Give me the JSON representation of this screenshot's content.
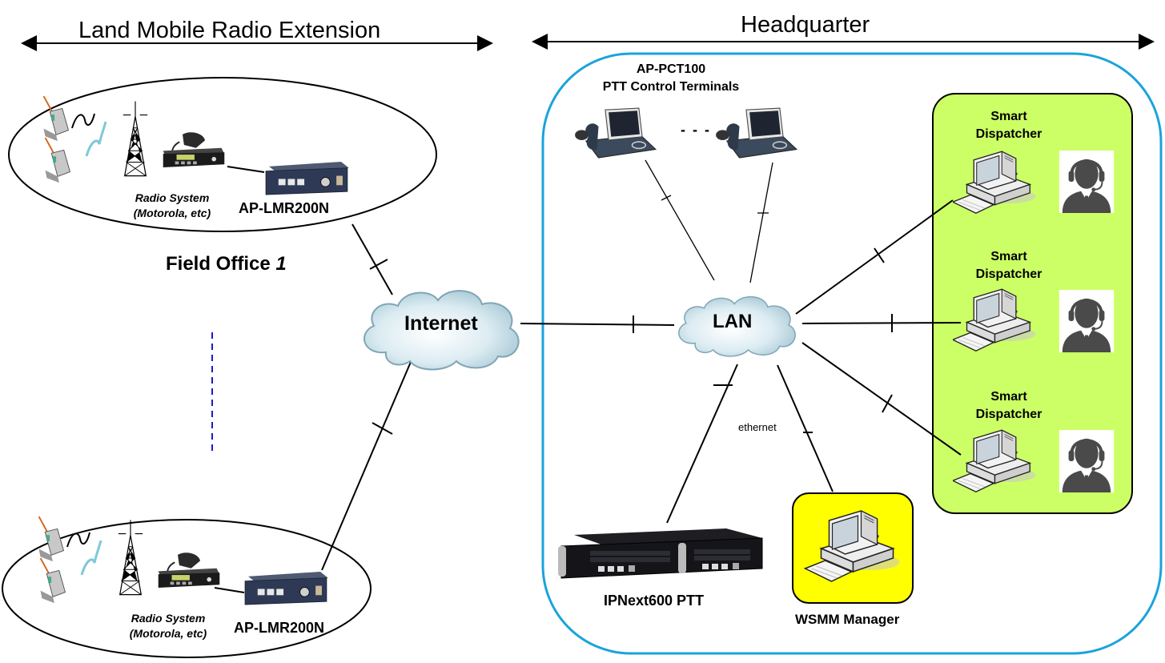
{
  "sections": {
    "left_title": "Land Mobile Radio Extension",
    "right_title": "Headquarter"
  },
  "field_offices": [
    {
      "name_prefix": "Field Office ",
      "name_number": "1",
      "radio_system_line1": "Radio System",
      "radio_system_line2": "(Motorola, etc)",
      "gateway_label": "AP-LMR200N"
    },
    {
      "radio_system_line1": "Radio System",
      "radio_system_line2": "(Motorola, etc)",
      "gateway_label": "AP-LMR200N"
    }
  ],
  "clouds": {
    "internet": "Internet",
    "lan": "LAN"
  },
  "headquarter": {
    "terminals_line1": "AP-PCT100",
    "terminals_line2": "PTT Control Terminals",
    "terminals_ellipsis": "- - -",
    "ipnext_label": "IPNext600 PTT",
    "ethernet_label": "ethernet",
    "wsmm_label": "WSMM Manager",
    "dispatchers": [
      {
        "line1": "Smart",
        "line2": "Dispatcher"
      },
      {
        "line1": "Smart",
        "line2": "Dispatcher"
      },
      {
        "line1": "Smart",
        "line2": "Dispatcher"
      }
    ]
  },
  "colors": {
    "hq_border": "#1aa3dc",
    "dispatcher_panel": "#ccff66",
    "wsmm_panel": "#ffff00",
    "continuation_dash": "#1a1acc",
    "operator_icon": "#4a4a4a"
  }
}
